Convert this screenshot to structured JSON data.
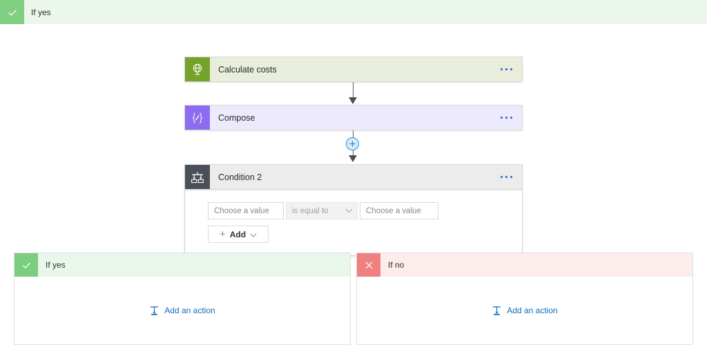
{
  "top_branch": {
    "label": "If yes",
    "icon": "check-icon",
    "tile_color": "#81cf83",
    "bg_color": "#eaf7ea"
  },
  "flow": {
    "steps": [
      {
        "title": "Calculate costs",
        "icon": "globe-http-icon",
        "tile_color": "#74a32a",
        "bg_color": "#e8eedb",
        "menu": "ellipsis-menu"
      },
      {
        "title": "Compose",
        "icon": "compose-braces-icon",
        "tile_color": "#8d6cf0",
        "bg_color": "#eeeafd",
        "menu": "ellipsis-menu"
      },
      {
        "title": "Condition 2",
        "icon": "condition-branch-icon",
        "tile_color": "#4a5058",
        "bg_color": "#ececec",
        "menu": "ellipsis-menu"
      }
    ],
    "insert_button": {
      "icon": "plus-circle-icon",
      "color": "#2c87d3"
    }
  },
  "condition": {
    "left_value": {
      "value": "",
      "placeholder": "Choose a value"
    },
    "operator": {
      "selected": "is equal to",
      "chevron": "chevron-down-icon"
    },
    "right_value": {
      "value": "",
      "placeholder": "Choose a value"
    },
    "add_button": {
      "plus": "+",
      "label": "Add",
      "chevron": "chevron-down-icon"
    }
  },
  "branches": [
    {
      "label": "If yes",
      "icon": "check-icon",
      "tile_color": "#7ccd7f",
      "bg_color": "#e9f6ea",
      "add_action_label": "Add an action",
      "add_action_icon": "add-action-icon"
    },
    {
      "label": "If no",
      "icon": "close-x-icon",
      "tile_color": "#f08080",
      "bg_color": "#fdecec",
      "add_action_label": "Add an action",
      "add_action_icon": "add-action-icon"
    }
  ],
  "colors": {
    "link": "#0f6cbd",
    "connector": "#605e5c",
    "page_bg": "#ffffff"
  }
}
